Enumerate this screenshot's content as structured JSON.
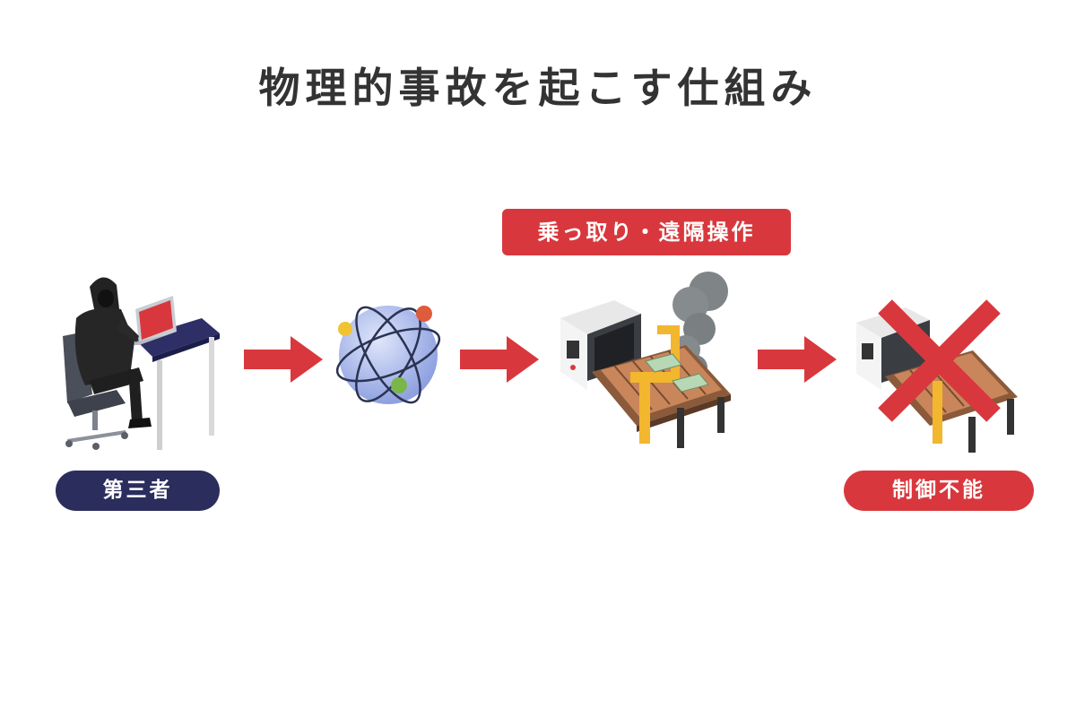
{
  "title": "物理的事故を起こす仕組み",
  "labels": {
    "third_party": "第三者",
    "hijack": "乗っ取り・遠隔操作",
    "uncontrollable": "制御不能"
  },
  "icons": {
    "hacker": "hacker-icon",
    "network": "network-globe-icon",
    "factory_smoke": "factory-line-smoke-icon",
    "factory_stopped": "factory-line-stopped-icon",
    "arrow": "arrow-right-icon",
    "cross": "cross-mark-icon"
  },
  "colors": {
    "title": "#333333",
    "navy_pill": "#2b2d5c",
    "red_accent": "#d8383d",
    "arrow": "#d8383d"
  }
}
